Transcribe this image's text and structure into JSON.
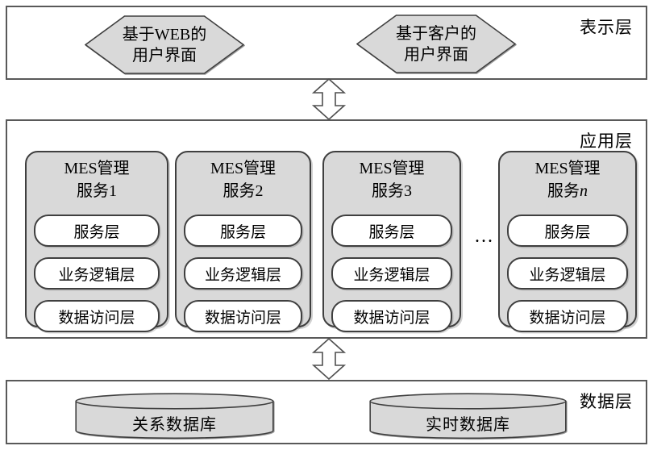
{
  "presentation": {
    "label": "表示层",
    "hexagons": [
      {
        "line1": "基于WEB的",
        "line2": "用户界面"
      },
      {
        "line1": "基于客户的",
        "line2": "用户界面"
      }
    ]
  },
  "application": {
    "label": "应用层",
    "ellipsis": "...",
    "services": [
      {
        "title1": "MES管理",
        "title2_base": "服务",
        "title2_num": "1",
        "sublayers": [
          "服务层",
          "业务逻辑层",
          "数据访问层"
        ]
      },
      {
        "title1": "MES管理",
        "title2_base": "服务",
        "title2_num": "2",
        "sublayers": [
          "服务层",
          "业务逻辑层",
          "数据访问层"
        ]
      },
      {
        "title1": "MES管理",
        "title2_base": "服务",
        "title2_num": "3",
        "sublayers": [
          "服务层",
          "业务逻辑层",
          "数据访问层"
        ]
      },
      {
        "title1": "MES管理",
        "title2_base": "服务",
        "title2_num": "n",
        "sublayers": [
          "服务层",
          "业务逻辑层",
          "数据访问层"
        ]
      }
    ]
  },
  "data_layer": {
    "label": "数据层",
    "databases": [
      {
        "label": "关系数据库"
      },
      {
        "label": "实时数据库"
      }
    ]
  },
  "colors": {
    "shape_fill": "#d9d9d9",
    "shape_border": "#3f3f3f",
    "layer_border": "#595959",
    "background": "#ffffff",
    "text": "#000000"
  }
}
